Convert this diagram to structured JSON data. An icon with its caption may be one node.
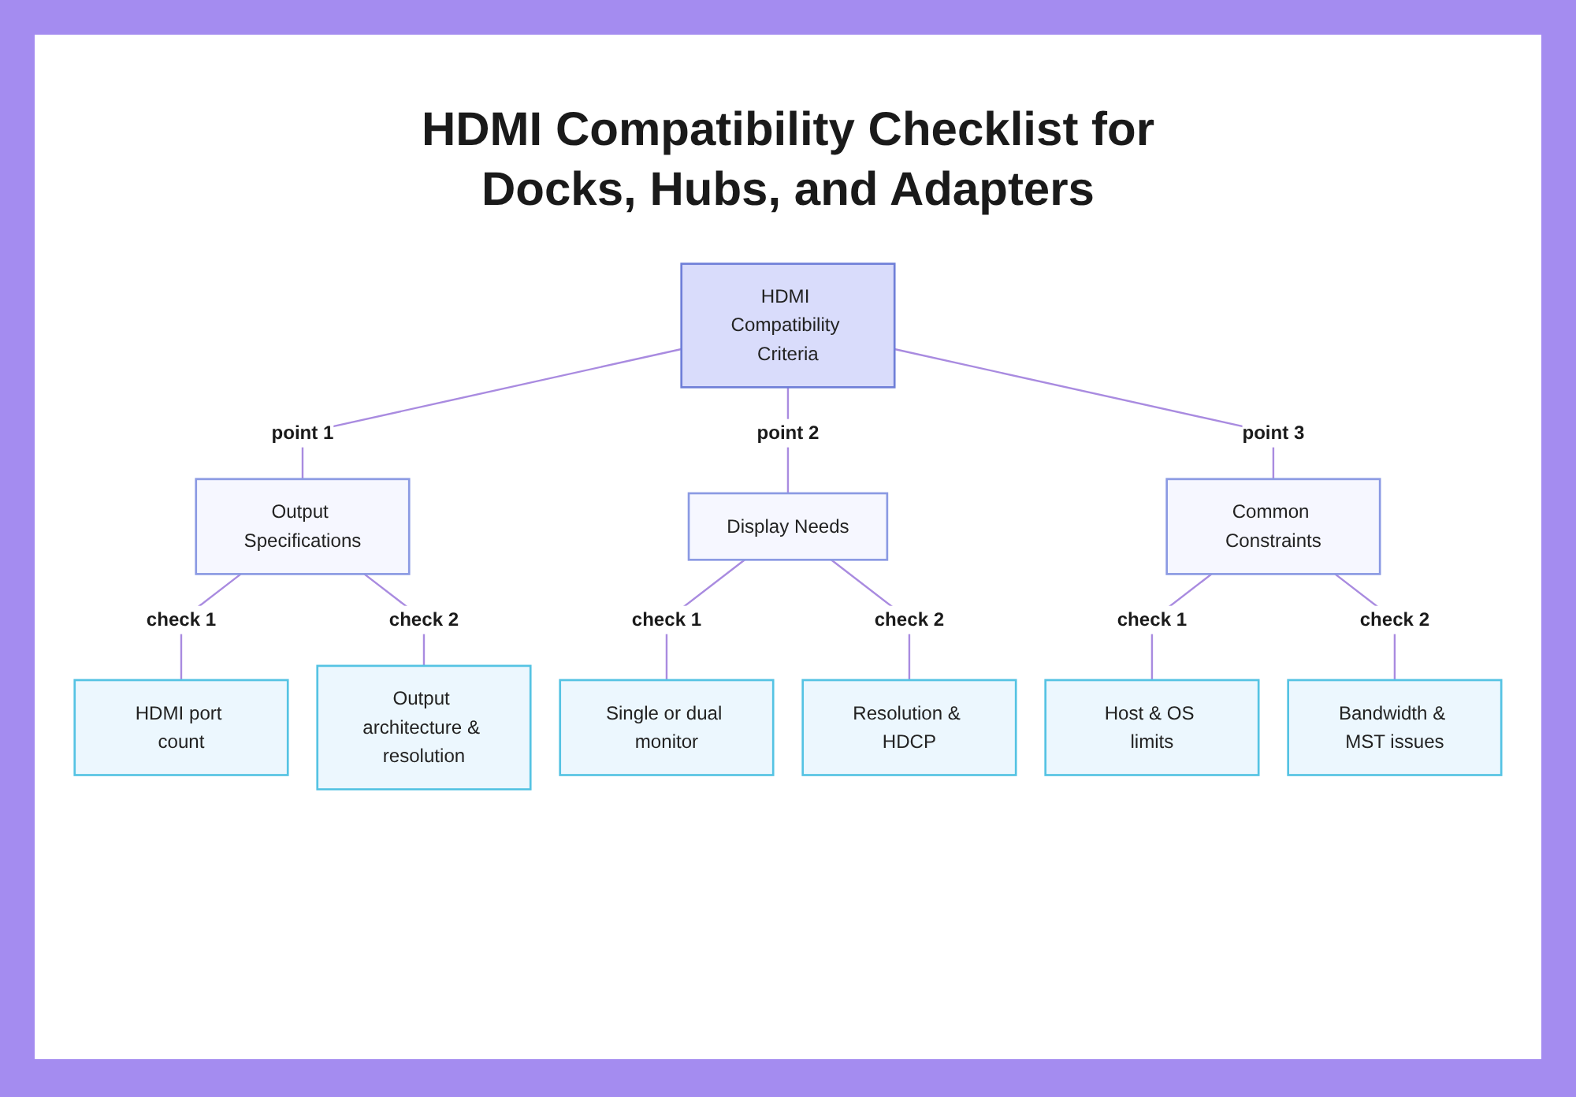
{
  "diagram": {
    "title": "HDMI Compatibility Checklist for Docks, Hubs, and Adapters",
    "nodes": [
      {
        "text": [
          "HDMI Compatibility Criteria"
        ]
      },
      {
        "text": [
          "Output Specifications"
        ]
      },
      {
        "text": [
          "Display Needs"
        ]
      },
      {
        "text": [
          "Common Constraints"
        ]
      },
      {
        "text": [
          "HDMI port count"
        ]
      },
      {
        "text": [
          "Output architecture & resolution"
        ]
      },
      {
        "text": [
          "Single or dual monitor"
        ]
      },
      {
        "text": [
          "Resolution & HDCP"
        ]
      },
      {
        "text": [
          "Host & OS limits"
        ]
      },
      {
        "text": [
          "Bandwidth & MST issues"
        ]
      }
    ],
    "edges": [
      {
        "from": 0,
        "to": 1,
        "arrow": "none",
        "label": "point 1"
      },
      {
        "from": 0,
        "to": 2,
        "arrow": "none",
        "label": "point 2"
      },
      {
        "from": 0,
        "to": 3,
        "arrow": "none",
        "label": "point 3"
      },
      {
        "from": 1,
        "to": 4,
        "arrow": "none",
        "label": "check 1"
      },
      {
        "from": 1,
        "to": 5,
        "arrow": "none",
        "label": "check 2"
      },
      {
        "from": 2,
        "to": 6,
        "arrow": "none",
        "label": "check 1"
      },
      {
        "from": 2,
        "to": 7,
        "arrow": "none",
        "label": "check 2"
      },
      {
        "from": 3,
        "to": 8,
        "arrow": "none",
        "label": "check 1"
      },
      {
        "from": 3,
        "to": 9,
        "arrow": "none",
        "label": "check 2"
      }
    ]
  }
}
